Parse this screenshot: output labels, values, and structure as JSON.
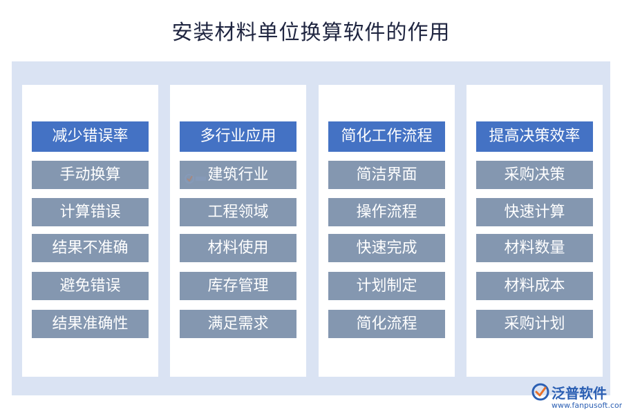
{
  "title": "安装材料单位换算软件的作用",
  "columns": [
    {
      "header": "减少错误率",
      "items": [
        "手动换算",
        "计算错误",
        "结果不准确",
        "避免错误",
        "结果准确性"
      ]
    },
    {
      "header": "多行业应用",
      "items": [
        "建筑行业",
        "工程领域",
        "材料使用",
        "库存管理",
        "满足需求"
      ]
    },
    {
      "header": "简化工作流程",
      "items": [
        "简洁界面",
        "操作流程",
        "快速完成",
        "计划制定",
        "简化流程"
      ]
    },
    {
      "header": "提高决策效率",
      "items": [
        "采购决策",
        "快速计算",
        "材料数量",
        "材料成本",
        "采购计划"
      ]
    }
  ],
  "logo": {
    "name": "泛普软件",
    "url": "www.fanpusoft.com"
  },
  "colors": {
    "panel_bg": "#dae3f3",
    "header_bg": "#4472c4",
    "item_bg": "#8497b0",
    "title": "#1f2540",
    "logo": "#2b5fb3",
    "logo_accent": "#e8712a"
  }
}
